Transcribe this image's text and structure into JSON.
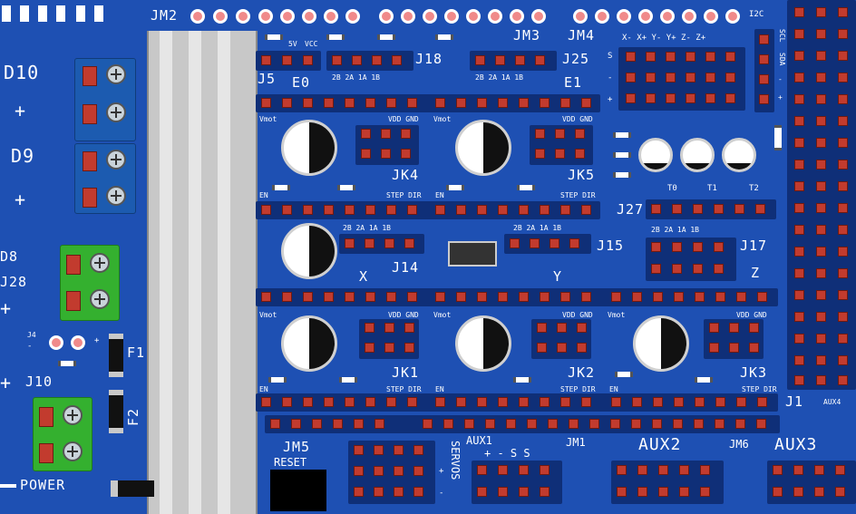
{
  "colors": {
    "board": "#1e50b3",
    "silkscreen": "#ffffff",
    "pin": "#c23b2e",
    "green_terminal": "#34b02f",
    "blue_terminal": "#1c5bb0"
  },
  "left": {
    "d10": "D10",
    "plus_a": "+",
    "d9": "D9",
    "plus_b": "+",
    "d8": "D8",
    "j28": "J28",
    "plus_c": "+",
    "j4": "J4",
    "j4_minus": "-",
    "j4_plus": "+",
    "f1": "F1",
    "j10_plus": "+",
    "j10": "J10",
    "f2": "F2",
    "power": "POWER"
  },
  "top": {
    "jm2": "JM2",
    "v5": "5V",
    "vcc": "VCC",
    "j5": "J5",
    "e0": "E0",
    "row_labels_e0": "2B 2A 1A 1B",
    "j18": "J18",
    "jm3": "JM3",
    "jm4": "JM4",
    "row_labels_e1": "2B 2A 1A 1B",
    "j25": "J25",
    "e1": "E1",
    "endstops": "X- X+ Y- Y+ Z- Z+",
    "i2c": "I2C",
    "s": "S",
    "minus": "-",
    "plus": "+",
    "scl": "SCL",
    "sda": "SDA",
    "i2c_minus": "-",
    "i2c_plus": "+"
  },
  "drivers_top": {
    "vmot1": "Vmot",
    "vddgnd1": "VDD GND",
    "vmot2": "Vmot",
    "vddgnd2": "VDD GND",
    "jk4": "JK4",
    "jk5": "JK5",
    "en1": "EN",
    "stepdir1": "STEP DIR",
    "en2": "EN",
    "stepdir2": "STEP DIR"
  },
  "thermistors": {
    "t0": "T0",
    "t1": "T1",
    "t2": "T2"
  },
  "mid": {
    "j27": "J27",
    "row_labels_x": "2B 2A 1A 1B",
    "row_labels_y": "2B 2A 1A 1B",
    "row_labels_z": "2B 2A 1A 1B",
    "j14": "J14",
    "j15": "J15",
    "j17": "J17",
    "x": "X",
    "y": "Y",
    "z": "Z"
  },
  "drivers_bottom": {
    "vmot1": "Vmot",
    "vddgnd1": "VDD GND",
    "vmot2": "Vmot",
    "vddgnd2": "VDD GND",
    "vmot3": "Vmot",
    "vddgnd3": "VDD GND",
    "jk1": "JK1",
    "jk2": "JK2",
    "jk3": "JK3",
    "en1": "EN",
    "stepdir1": "STEP DIR",
    "en2": "EN",
    "stepdir2": "STEP DIR",
    "en3": "EN",
    "stepdir3": "STEP DIR",
    "j1": "J1",
    "aux4": "AUX4"
  },
  "bottom": {
    "jm5": "JM5",
    "reset": "RESET",
    "servos": "SERVOS",
    "servos_plus": "+",
    "servos_minus": "-",
    "aux1": "AUX1",
    "aux1_pins": "+ - S S",
    "jm1": "JM1",
    "aux2": "AUX2",
    "jm6": "JM6",
    "aux3": "AUX3"
  }
}
